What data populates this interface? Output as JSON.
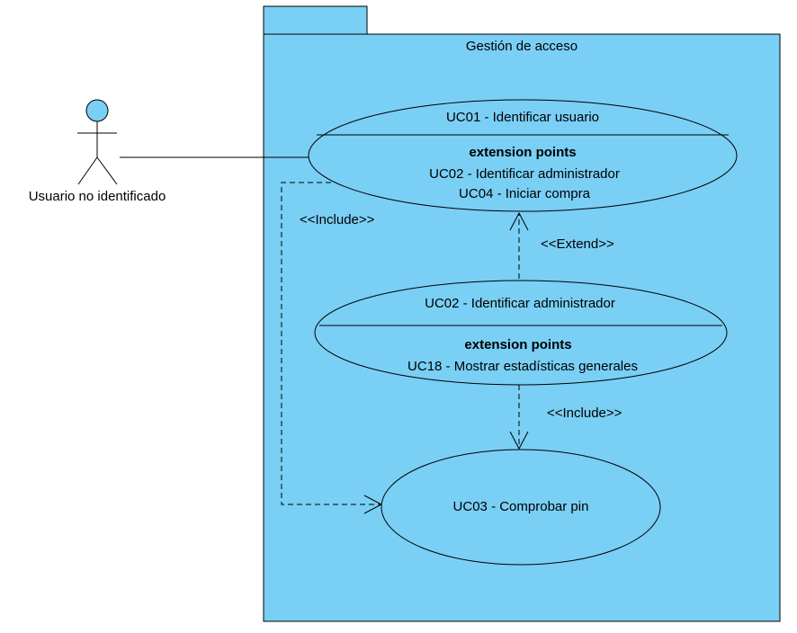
{
  "package": {
    "name": "Gestión de acceso",
    "fill": "#7ACFF5"
  },
  "actor": {
    "name": "Usuario no identificado"
  },
  "use_cases": {
    "uc01": {
      "name": "UC01 - Identificar usuario",
      "ext_header": "extension points",
      "ext_points": [
        "UC02 - Identificar administrador",
        "UC04 - Iniciar compra"
      ]
    },
    "uc02": {
      "name": "UC02 - Identificar administrador",
      "ext_header": "extension points",
      "ext_points": [
        "UC18 - Mostrar estadísticas generales"
      ]
    },
    "uc03": {
      "name": "UC03 - Comprobar pin"
    }
  },
  "relations": {
    "include_left": "<<Include>>",
    "extend": "<<Extend>>",
    "include_right": "<<Include>>"
  }
}
